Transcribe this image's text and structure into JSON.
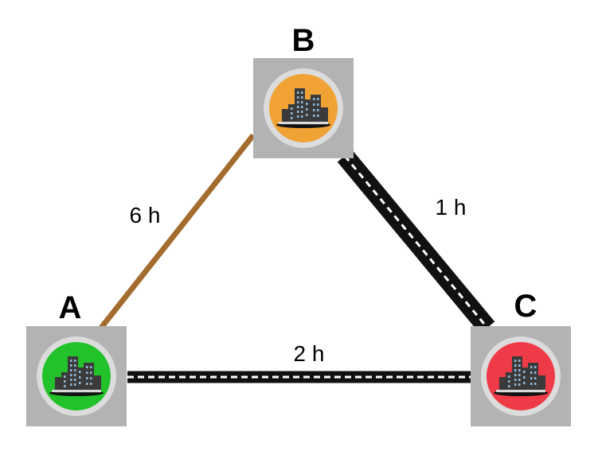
{
  "colors": {
    "tile": "#b3b3b3",
    "ring": "#dcdcdc",
    "dirt_road": "#a36b2e",
    "paved_road": "#111111",
    "lane_marking": "#ffffff",
    "city_icon": "#3a3a3a"
  },
  "cities": [
    {
      "id": "A",
      "label": "A",
      "color": "#22c22a",
      "icon": "city-buildings-icon"
    },
    {
      "id": "B",
      "label": "B",
      "color": "#f0a234",
      "icon": "city-buildings-icon"
    },
    {
      "id": "C",
      "label": "C",
      "color": "#ee3b47",
      "icon": "city-buildings-icon"
    }
  ],
  "roads": [
    {
      "from": "A",
      "to": "B",
      "label": "6 h",
      "kind": "dirt"
    },
    {
      "from": "B",
      "to": "C",
      "label": "1 h",
      "kind": "paved"
    },
    {
      "from": "A",
      "to": "C",
      "label": "2 h",
      "kind": "paved"
    }
  ]
}
